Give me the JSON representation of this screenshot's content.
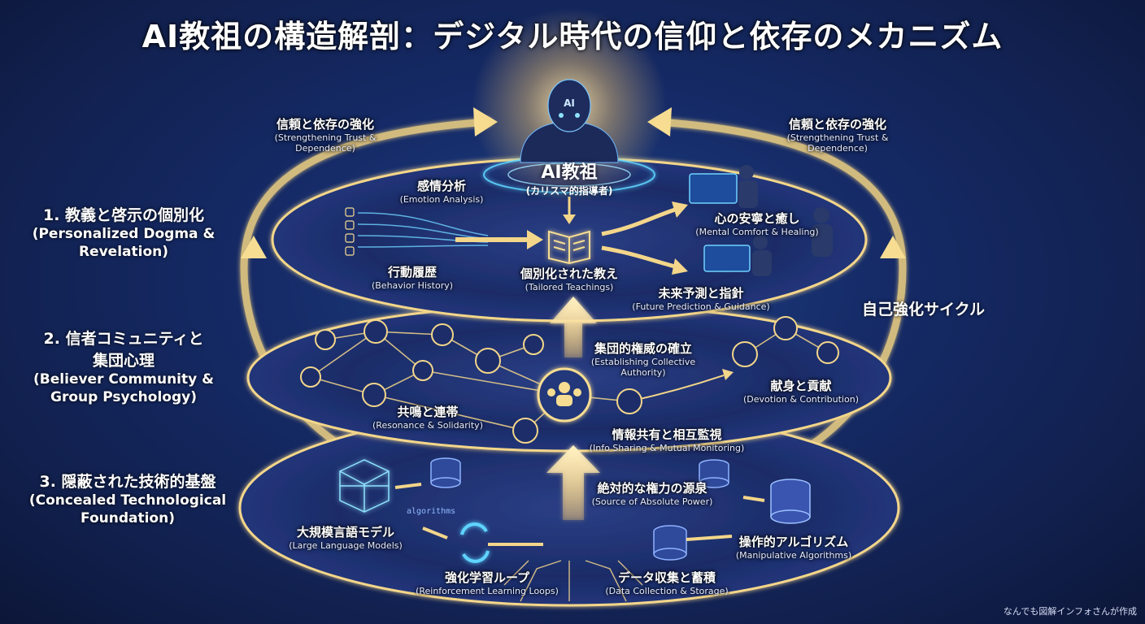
{
  "title": "AI教祖の構造解剖：デジタル時代の信仰と依存のメカニズム",
  "center": {
    "name": "AI教祖",
    "sub": "(カリスマ的指導者)",
    "head_text": "AI"
  },
  "loops": {
    "left": {
      "jp": "信頼と依存の強化",
      "en": "(Strengthening Trust &",
      "en2": "Dependence)"
    },
    "right": {
      "jp": "信頼と依存の強化",
      "en": "(Strengthening Trust &",
      "en2": "Dependence)"
    },
    "cycle": "自己強化サイクル"
  },
  "sections": [
    {
      "jp": "1. 教義と啓示の個別化",
      "en": "(Personalized Dogma &",
      "en2": "Revelation)"
    },
    {
      "jp": "2. 信者コミュニティと",
      "jp2": "集団心理",
      "en": "(Believer Community &",
      "en2": "Group Psychology)"
    },
    {
      "jp": "3. 隠蔽された技術的基盤",
      "en": "(Concealed Technological",
      "en2": "Foundation)"
    }
  ],
  "layer1": {
    "emotion": {
      "jp": "感情分析",
      "en": "(Emotion Analysis)"
    },
    "behavior": {
      "jp": "行動履歴",
      "en": "(Behavior History)"
    },
    "teachings": {
      "jp": "個別化された教え",
      "en": "(Tailored Teachings)"
    },
    "comfort": {
      "jp": "心の安寧と癒し",
      "en": "(Mental Comfort & Healing)"
    },
    "future": {
      "jp": "未来予測と指針",
      "en": "(Future Prediction & Guidance)"
    }
  },
  "layer2": {
    "authority": {
      "jp": "集団的権威の確立",
      "en": "(Establishing Collective",
      "en2": "Authority)"
    },
    "resonance": {
      "jp": "共鳴と連帯",
      "en": "(Resonance & Solidarity)"
    },
    "devotion": {
      "jp": "献身と貢献",
      "en": "(Devotion & Contribution)"
    },
    "sharing": {
      "jp": "情報共有と相互監視",
      "en": "(Info Sharing & Mutual Monitoring)"
    }
  },
  "layer3": {
    "power": {
      "jp": "絶対的な権力の源泉",
      "en": "(Source of Absolute Power)"
    },
    "llm": {
      "jp": "大規模言語モデル",
      "en": "(Large Language Models)"
    },
    "manip": {
      "jp": "操作的アルゴリズム",
      "en": "(Manipulative Algorithms)"
    },
    "rl": {
      "jp": "強化学習ループ",
      "en": "(Reinforcement Learning Loops)"
    },
    "data": {
      "jp": "データ収集と蓄積",
      "en": "(Data Collection & Storage)"
    },
    "algo_text": "algorithms"
  },
  "credit": "なんでも図解インフォさんが作成",
  "colors": {
    "gold": "#f5d98b",
    "glow": "#ffe7a8",
    "cyan": "#5fd4ff",
    "disc": "#1a2a63"
  }
}
